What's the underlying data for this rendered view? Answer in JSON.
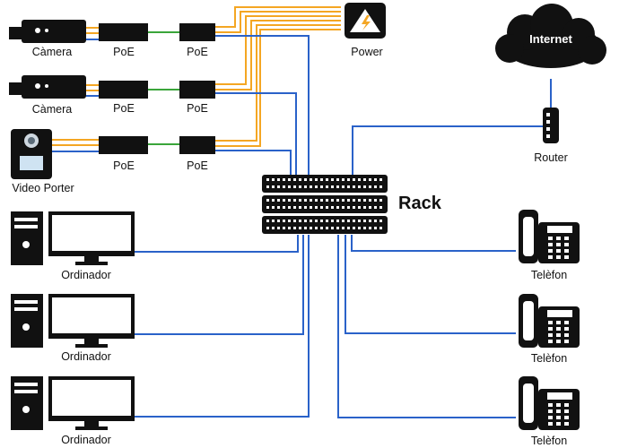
{
  "diagram": {
    "colors": {
      "data_link": "#2a62c9",
      "power_link": "#f4a623",
      "poe_link": "#3aa53a",
      "device": "#111111"
    },
    "rack_label": "Rack",
    "power_label": "Power",
    "internet_label": "Internet",
    "router_label": "Router",
    "cameras": [
      {
        "label": "Càmera",
        "icon": "camera-icon"
      },
      {
        "label": "Càmera",
        "icon": "camera-icon"
      }
    ],
    "video_porter": {
      "label": "Video Porter",
      "icon": "intercom-icon"
    },
    "poe_label": "PoE",
    "computers": [
      {
        "label": "Ordinador",
        "icon": "computer-icon"
      },
      {
        "label": "Ordinador",
        "icon": "computer-icon"
      },
      {
        "label": "Ordinador",
        "icon": "computer-icon"
      }
    ],
    "phones": [
      {
        "label": "Telèfon",
        "icon": "phone-icon"
      },
      {
        "label": "Telèfon",
        "icon": "phone-icon"
      },
      {
        "label": "Telèfon",
        "icon": "phone-icon"
      }
    ]
  }
}
